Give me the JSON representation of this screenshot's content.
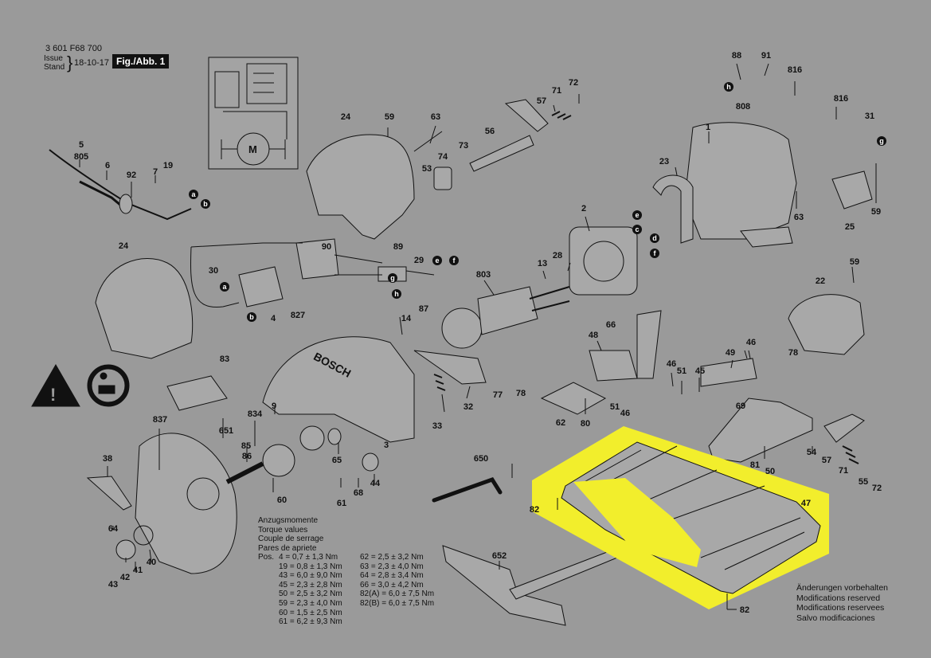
{
  "header": {
    "doc_number": "3 601 F68 700",
    "issue_label_1": "Issue",
    "issue_label_2": "Stand",
    "date": "18-10-17",
    "figure_label": "Fig./Abb. 1"
  },
  "part_labels": [
    {
      "id": "l88",
      "text": "88"
    },
    {
      "id": "l91",
      "text": "91"
    },
    {
      "id": "l816a",
      "text": "816"
    },
    {
      "id": "l808",
      "text": "808"
    },
    {
      "id": "l816b",
      "text": "816"
    },
    {
      "id": "l31",
      "text": "31"
    },
    {
      "id": "l1",
      "text": "1"
    },
    {
      "id": "l23",
      "text": "23"
    },
    {
      "id": "l59a",
      "text": "59"
    },
    {
      "id": "l25",
      "text": "25"
    },
    {
      "id": "l63a",
      "text": "63"
    },
    {
      "id": "l57a",
      "text": "57"
    },
    {
      "id": "l71a",
      "text": "71"
    },
    {
      "id": "l72a",
      "text": "72"
    },
    {
      "id": "l63b",
      "text": "63"
    },
    {
      "id": "l56",
      "text": "56"
    },
    {
      "id": "l73",
      "text": "73"
    },
    {
      "id": "l74",
      "text": "74"
    },
    {
      "id": "l53",
      "text": "53"
    },
    {
      "id": "l59b",
      "text": "59"
    },
    {
      "id": "l24a",
      "text": "24"
    },
    {
      "id": "l5",
      "text": "5"
    },
    {
      "id": "l805",
      "text": "805"
    },
    {
      "id": "l6",
      "text": "6"
    },
    {
      "id": "l92",
      "text": "92"
    },
    {
      "id": "l7",
      "text": "7"
    },
    {
      "id": "l19",
      "text": "19"
    },
    {
      "id": "l2",
      "text": "2"
    },
    {
      "id": "l24b",
      "text": "24"
    },
    {
      "id": "l30",
      "text": "30"
    },
    {
      "id": "l90",
      "text": "90"
    },
    {
      "id": "l89",
      "text": "89"
    },
    {
      "id": "l29",
      "text": "29"
    },
    {
      "id": "l87",
      "text": "87"
    },
    {
      "id": "l803",
      "text": "803"
    },
    {
      "id": "l13",
      "text": "13"
    },
    {
      "id": "l28",
      "text": "28"
    },
    {
      "id": "l66",
      "text": "66"
    },
    {
      "id": "l59c",
      "text": "59"
    },
    {
      "id": "l22",
      "text": "22"
    },
    {
      "id": "l4",
      "text": "4"
    },
    {
      "id": "l83",
      "text": "83"
    },
    {
      "id": "l827",
      "text": "827"
    },
    {
      "id": "l14",
      "text": "14"
    },
    {
      "id": "l48",
      "text": "48"
    },
    {
      "id": "l46a",
      "text": "46"
    },
    {
      "id": "l51a",
      "text": "51"
    },
    {
      "id": "l45",
      "text": "45"
    },
    {
      "id": "l49",
      "text": "49"
    },
    {
      "id": "l46b",
      "text": "46"
    },
    {
      "id": "l78a",
      "text": "78"
    },
    {
      "id": "l78b",
      "text": "78"
    },
    {
      "id": "l77",
      "text": "77"
    },
    {
      "id": "l32",
      "text": "32"
    },
    {
      "id": "l80",
      "text": "80"
    },
    {
      "id": "l51b",
      "text": "51"
    },
    {
      "id": "l46c",
      "text": "46"
    },
    {
      "id": "l33",
      "text": "33"
    },
    {
      "id": "l69",
      "text": "69"
    },
    {
      "id": "l837",
      "text": "837"
    },
    {
      "id": "l651",
      "text": "651"
    },
    {
      "id": "l834",
      "text": "834"
    },
    {
      "id": "l9",
      "text": "9"
    },
    {
      "id": "l85",
      "text": "85"
    },
    {
      "id": "l65",
      "text": "65"
    },
    {
      "id": "l3",
      "text": "3"
    },
    {
      "id": "l62",
      "text": "62"
    },
    {
      "id": "l54",
      "text": "54"
    },
    {
      "id": "l57b",
      "text": "57"
    },
    {
      "id": "l71b",
      "text": "71"
    },
    {
      "id": "l55",
      "text": "55"
    },
    {
      "id": "l72b",
      "text": "72"
    },
    {
      "id": "l81",
      "text": "81"
    },
    {
      "id": "l50",
      "text": "50"
    },
    {
      "id": "l38",
      "text": "38"
    },
    {
      "id": "l86",
      "text": "86"
    },
    {
      "id": "l650",
      "text": "650"
    },
    {
      "id": "l47",
      "text": "47"
    },
    {
      "id": "l61",
      "text": "61"
    },
    {
      "id": "l68",
      "text": "68"
    },
    {
      "id": "l44",
      "text": "44"
    },
    {
      "id": "l60",
      "text": "60"
    },
    {
      "id": "l82a",
      "text": "82"
    },
    {
      "id": "l64",
      "text": "64"
    },
    {
      "id": "l40",
      "text": "40"
    },
    {
      "id": "l41",
      "text": "41"
    },
    {
      "id": "l42",
      "text": "42"
    },
    {
      "id": "l43",
      "text": "43"
    },
    {
      "id": "l652",
      "text": "652"
    },
    {
      "id": "l82b",
      "text": "82"
    }
  ],
  "circle_labels": [
    {
      "id": "c_h1",
      "text": "h"
    },
    {
      "id": "c_g1",
      "text": "g"
    },
    {
      "id": "c_a1",
      "text": "a"
    },
    {
      "id": "c_b1",
      "text": "b"
    },
    {
      "id": "c_e1",
      "text": "e"
    },
    {
      "id": "c_c1",
      "text": "c"
    },
    {
      "id": "c_d1",
      "text": "d"
    },
    {
      "id": "c_f1",
      "text": "f"
    },
    {
      "id": "c_e2",
      "text": "e"
    },
    {
      "id": "c_f2",
      "text": "f"
    },
    {
      "id": "c_a2",
      "text": "a"
    },
    {
      "id": "c_b2",
      "text": "b"
    },
    {
      "id": "c_g2",
      "text": "g"
    },
    {
      "id": "c_h2",
      "text": "h"
    }
  ],
  "logo_text": "BOSCH",
  "torque": {
    "title_lines": [
      "Anzugsmomente",
      "Torque values",
      "Couple de serrage",
      "Pares de apriete"
    ],
    "pos_label": "Pos.",
    "col1": [
      "4 = 0,7 ± 1,3 Nm",
      "19 = 0,8 ± 1,3 Nm",
      "43 = 6,0 ± 9,0 Nm",
      "45 = 2,3 ± 2,8 Nm",
      "50 = 2,5 ± 3,2 Nm",
      "59 = 2,3 ± 4,0 Nm",
      "60 = 1,5 ± 2,5 Nm",
      "61 = 6,2 ± 9,3 Nm"
    ],
    "col2": [
      "62 = 2,5 ± 3,2 Nm",
      "63 = 2,3 ± 4,0 Nm",
      "64 = 2,8 ± 3,4 Nm",
      "66 = 3,0 ± 4,2 Nm",
      "82(A) = 6,0 ± 7,5 Nm",
      "82(B) = 6,0 ± 7,5 Nm"
    ]
  },
  "modifications": [
    "Änderungen vorbehalten",
    "Modifications reserved",
    "Modifications reservees",
    "Salvo modificaciones"
  ],
  "colors": {
    "background": "#9a9a9a",
    "highlight": "#f2ee2c",
    "ink": "#111111"
  }
}
